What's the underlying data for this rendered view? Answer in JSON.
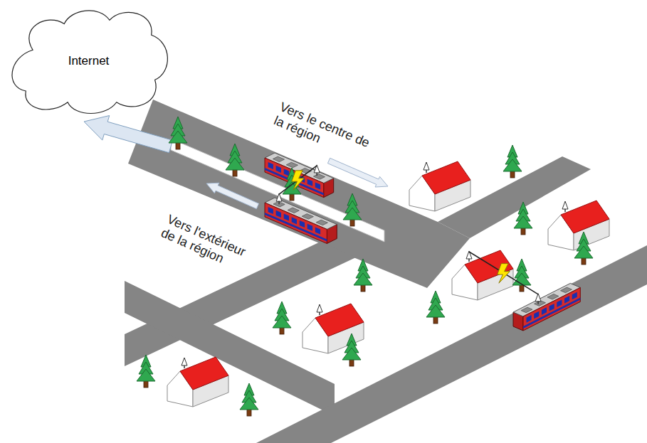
{
  "diagram": {
    "nodes": [
      {
        "text": [
          "Internet"
        ]
      }
    ],
    "labels": [
      "Vers le centre de la région",
      "Vers l'extérieur de la région"
    ]
  }
}
